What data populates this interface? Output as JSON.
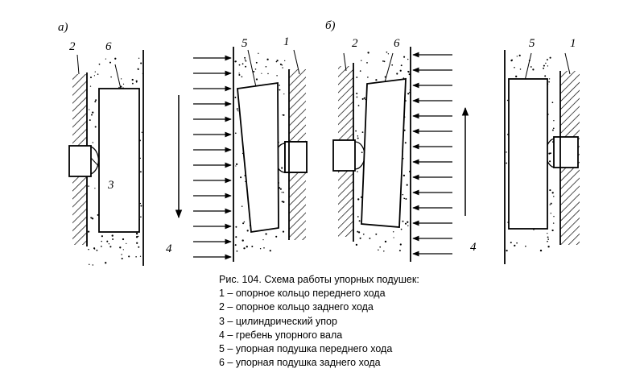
{
  "figure": {
    "panel_labels": {
      "a": "а)",
      "b": "б)"
    },
    "labels": {
      "a_ring2": "2",
      "a_pad6": "6",
      "a_stop3": "3",
      "a_comb4": "4",
      "a_pad5": "5",
      "a_ring1": "1",
      "b_ring2": "2",
      "b_pad6": "6",
      "b_pad5": "5",
      "b_ring1": "1",
      "b_comb4": "4"
    }
  },
  "caption": {
    "title": "Рис. 104. Схема работы упорных подушек:",
    "items": [
      "1 – опорное кольцо переднего хода",
      "2 – опорное кольцо заднего хода",
      "3 – цилиндрический упор",
      "4 – гребень упорного вала",
      "5 – упорная подушка переднего хода",
      "6 – упорная подушка заднего хода"
    ]
  },
  "colors": {
    "ink": "#000000",
    "background": "#ffffff"
  }
}
